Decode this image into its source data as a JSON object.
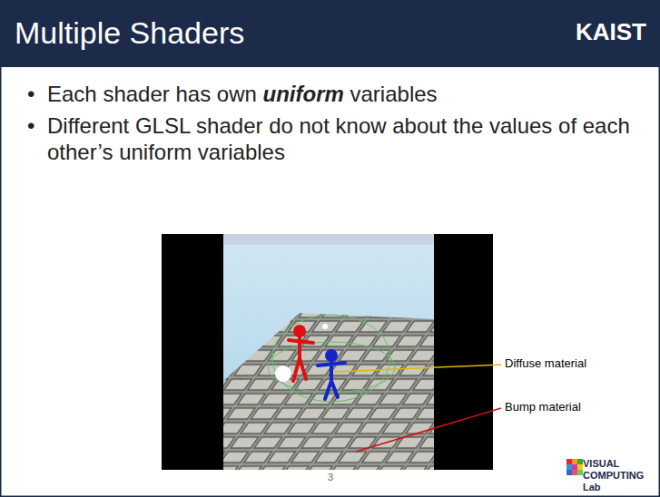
{
  "diagram": {
    "title": "Multiple Shaders",
    "labels": [
      "KAIST",
      "Each shader has own uniform variables",
      "Different GLSL shader do not know about the values of each other’s uniform variables",
      "Diffuse material",
      "Bump material",
      "3",
      "VISUAL COMPUTING Lab"
    ]
  }
}
